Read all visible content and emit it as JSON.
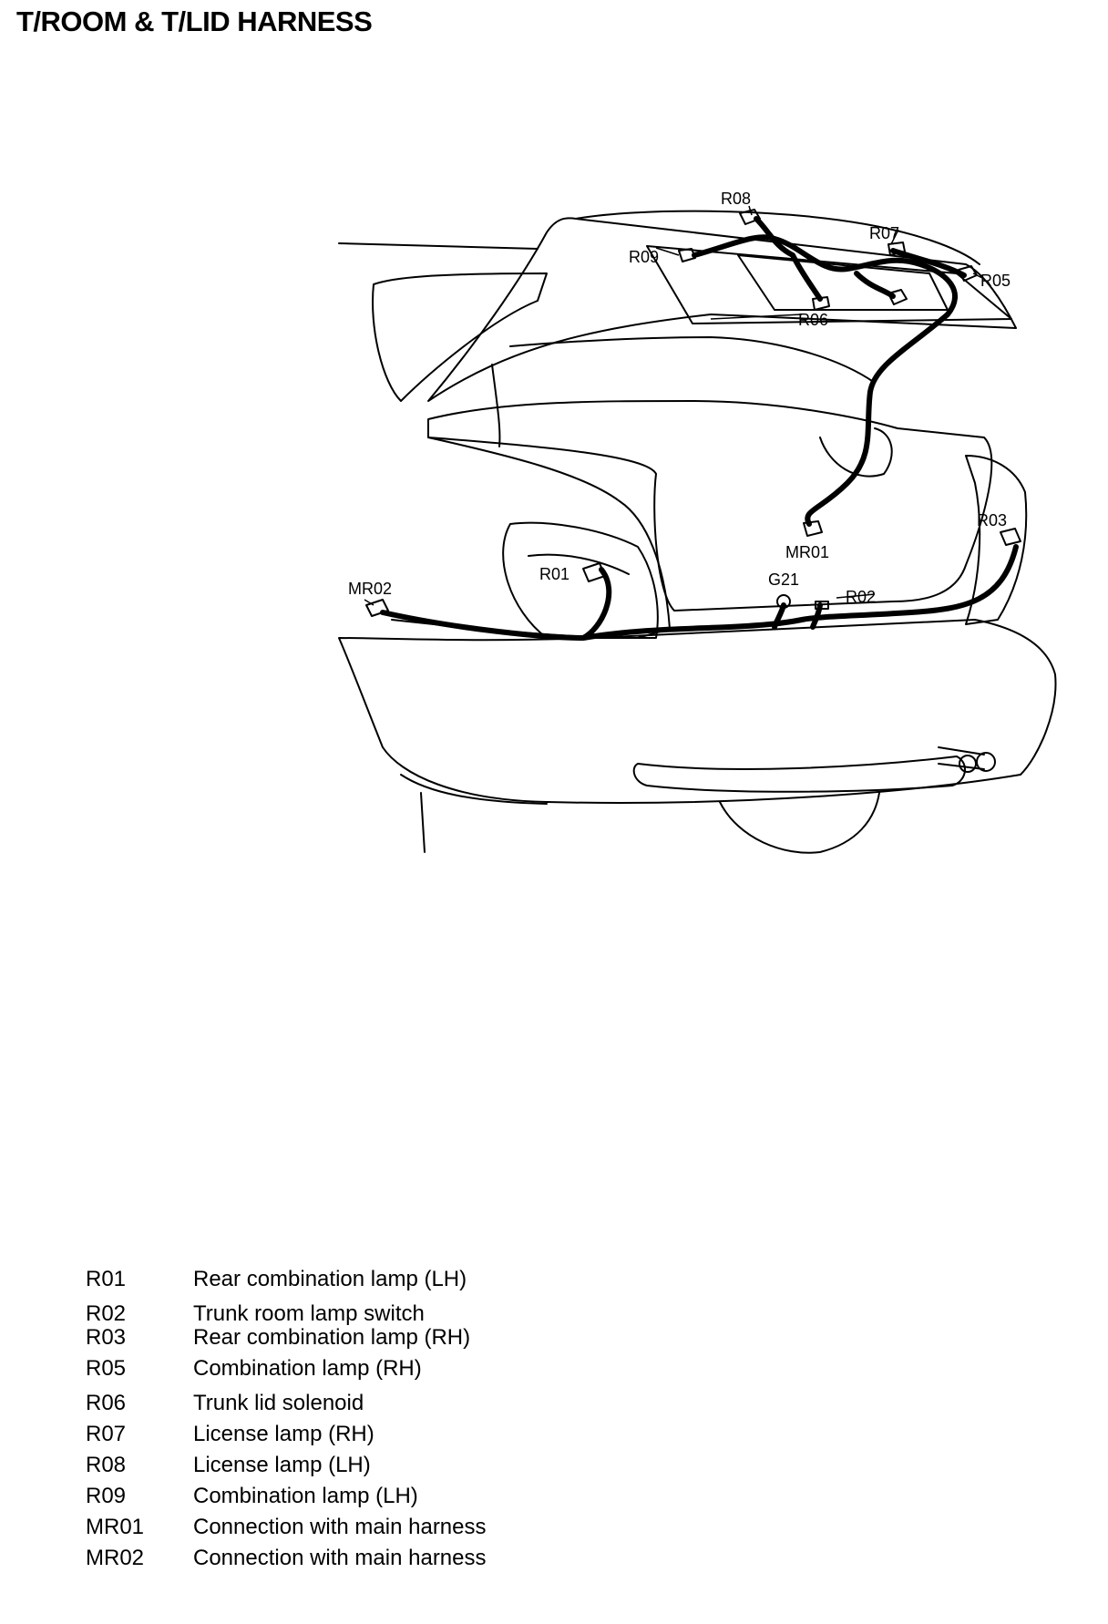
{
  "title": "T/ROOM & T/LID HARNESS",
  "callouts": {
    "R08": "R08",
    "R07": "R07",
    "R09": "R09",
    "R05": "R05",
    "R06": "R06",
    "R03": "R03",
    "MR01": "MR01",
    "R01": "R01",
    "G21": "G21",
    "R02": "R02",
    "MR02": "MR02"
  },
  "legend": [
    {
      "code": "R01",
      "description": "Rear combination lamp (LH)"
    },
    {
      "code": "R02",
      "description": "Trunk room lamp switch"
    },
    {
      "code": "R03",
      "description": "Rear combination lamp (RH)"
    },
    {
      "code": "R05",
      "description": "Combination lamp (RH)"
    },
    {
      "code": "R06",
      "description": "Trunk lid solenoid"
    },
    {
      "code": "R07",
      "description": "License lamp (RH)"
    },
    {
      "code": "R08",
      "description": "License lamp (LH)"
    },
    {
      "code": "R09",
      "description": "Combination lamp (LH)"
    },
    {
      "code": "MR01",
      "description": "Connection with main harness"
    },
    {
      "code": "MR02",
      "description": "Connection with main harness"
    }
  ]
}
